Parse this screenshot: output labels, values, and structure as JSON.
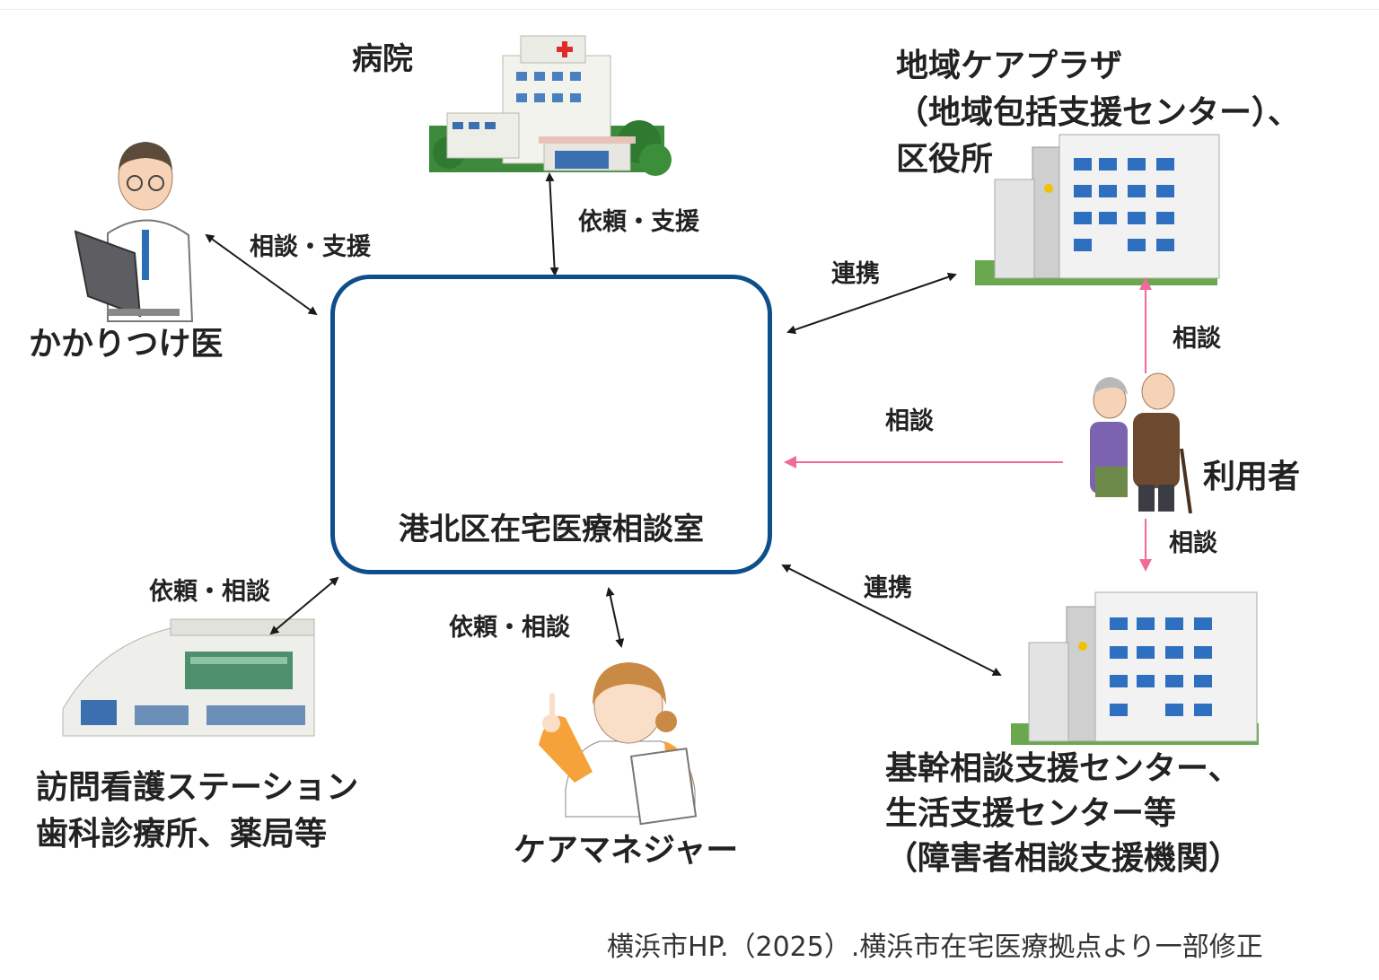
{
  "nodes": {
    "hospital": "病院",
    "family_doctor": "かかりつけ医",
    "care_plaza": [
      "地域ケアプラザ",
      "（地域包括支援センター）、",
      "区役所"
    ],
    "center": "港北区在宅医療相談室",
    "user": "利用者",
    "visiting_nursing": [
      "訪問看護ステーション",
      "歯科診療所、薬局等"
    ],
    "care_manager": "ケアマネジャー",
    "support_center": [
      "基幹相談支援センター、",
      "生活支援センター等",
      "（障害者相談支援機関）"
    ]
  },
  "edges": {
    "doctor_center": "相談・支援",
    "hospital_center": "依頼・支援",
    "plaza_center": "連携",
    "user_plaza": "相談",
    "user_center": "相談",
    "user_support": "相談",
    "nursing_center": "依頼・相談",
    "caremanager_center": "依頼・相談",
    "support_center_link": "連携"
  },
  "icons": {
    "family_doctor": "doctor-at-laptop-icon",
    "hospital": "hospital-building-icon",
    "care_plaza": "office-building-icon",
    "center": "nurses-icon",
    "user": "elderly-couple-icon",
    "visiting_nursing": "clinic-building-icon",
    "care_manager": "care-manager-woman-icon",
    "support_center": "office-building-icon"
  },
  "colors": {
    "center_border": "#0d4f8b",
    "arrow": "#1a1a1a",
    "consult_arrow": "#f06b9a"
  },
  "credit": "横浜市HP.（2025）.横浜市在宅医療拠点より一部修正"
}
